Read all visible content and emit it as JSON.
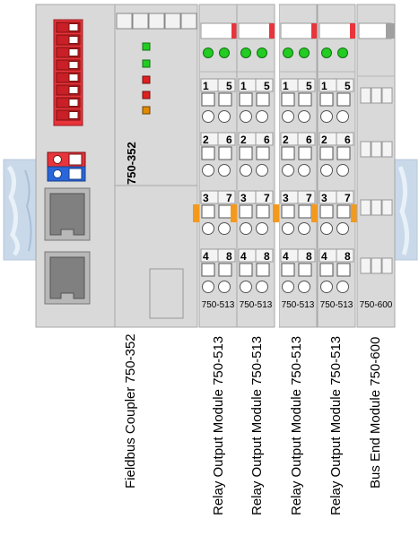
{
  "coupler": {
    "model_text": "750-352"
  },
  "modules": [
    {
      "channels": [
        {
          "a": "1",
          "b": "5"
        },
        {
          "a": "2",
          "b": "6"
        },
        {
          "a": "3",
          "b": "7"
        },
        {
          "a": "4",
          "b": "8"
        }
      ],
      "model": "750-513"
    },
    {
      "channels": [
        {
          "a": "1",
          "b": "5"
        },
        {
          "a": "2",
          "b": "6"
        },
        {
          "a": "3",
          "b": "7"
        },
        {
          "a": "4",
          "b": "8"
        }
      ],
      "model": "750-513"
    },
    {
      "channels": [
        {
          "a": "1",
          "b": "5"
        },
        {
          "a": "2",
          "b": "6"
        },
        {
          "a": "3",
          "b": "7"
        },
        {
          "a": "4",
          "b": "8"
        }
      ],
      "model": "750-513"
    },
    {
      "channels": [
        {
          "a": "1",
          "b": "5"
        },
        {
          "a": "2",
          "b": "6"
        },
        {
          "a": "3",
          "b": "7"
        },
        {
          "a": "4",
          "b": "8"
        }
      ],
      "model": "750-513"
    }
  ],
  "bus_end": {
    "model": "750-600"
  },
  "captions": [
    "Fieldbus Coupler 750-352",
    "Relay Output Module 750-513",
    "Relay Output Module 750-513",
    "Relay Output Module 750-513",
    "Relay Output Module 750-513",
    "Bus End Module 750-600"
  ],
  "colors": {
    "housing": "#d9d9d9",
    "housing_dark": "#c8c8c8",
    "dip_red": "#e8343b",
    "led_green": "#22cc22",
    "led_red": "#e02020",
    "led_orange": "#e08a00",
    "port_gray": "#808080",
    "clip_orange": "#f39a1e",
    "rail_blue": "#c9d9ea"
  }
}
